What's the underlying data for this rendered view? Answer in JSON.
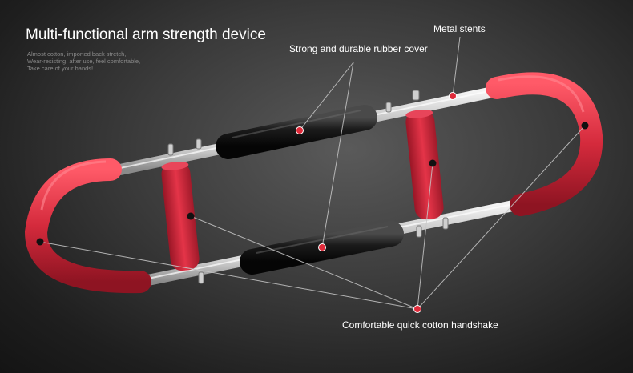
{
  "heading": {
    "title": "Multi-functional arm strength device",
    "subtitle_lines": [
      "Almost cotton, imported back stretch,",
      "Wear-resisting, after use, feel comfortable,",
      "Take care of your hands!"
    ]
  },
  "callouts": {
    "metal": "Metal stents",
    "rubber": "Strong and durable rubber cover",
    "cotton": "Comfortable quick cotton handshake"
  },
  "colors": {
    "grip_red": "#d42a3c",
    "rubber_black": "#1b1b1b",
    "chrome": "#d8d8d8",
    "marker_red": "#e02a3a"
  }
}
